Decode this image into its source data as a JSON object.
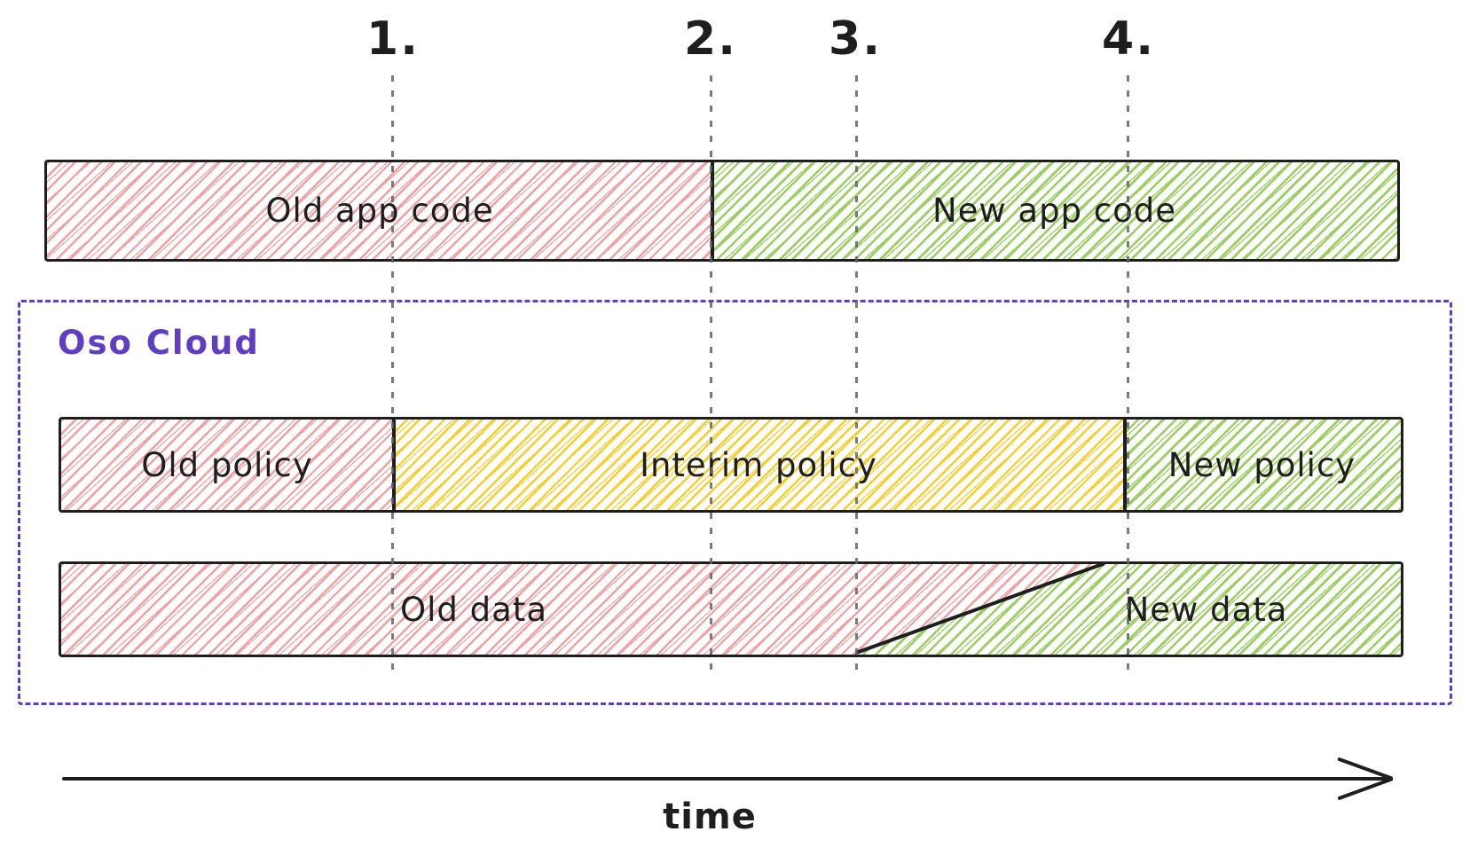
{
  "phases": [
    {
      "label": "1."
    },
    {
      "label": "2."
    },
    {
      "label": "3."
    },
    {
      "label": "4."
    }
  ],
  "app_code_bar": {
    "old_label": "Old app code",
    "new_label": "New app code"
  },
  "oso_cloud": {
    "label": "Oso Cloud"
  },
  "policy_bar": {
    "old_label": "Old policy",
    "interim_label": "Interim policy",
    "new_label": "New policy"
  },
  "data_bar": {
    "old_label": "Old data",
    "new_label": "New data"
  },
  "time_axis": {
    "label": "time"
  },
  "colors": {
    "red_hatch": "#f0a1a1",
    "yellow_hatch": "#f7ce2b",
    "green_hatch": "#9bcf63",
    "purple": "#5f3dc4",
    "ink": "#1e1e1e",
    "guide": "#5f6368"
  }
}
